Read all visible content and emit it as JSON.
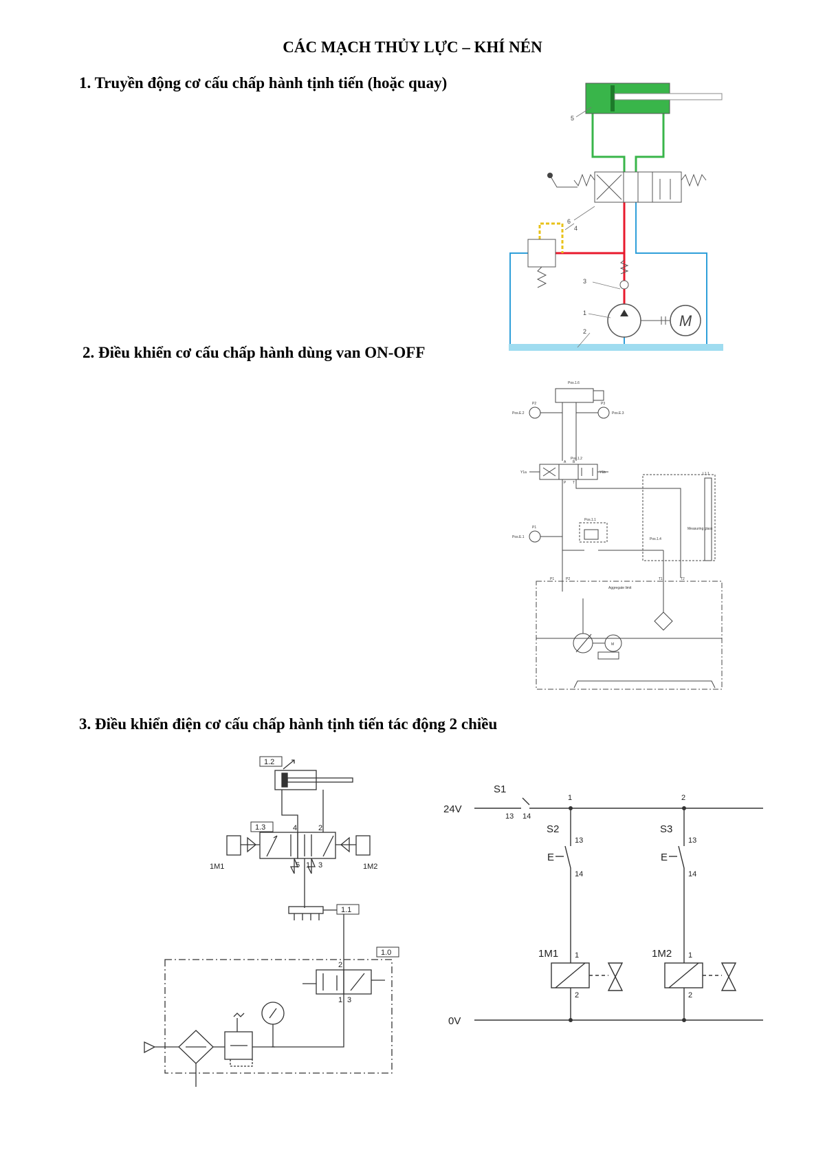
{
  "title": "CÁC MẠCH THỦY LỰC – KHÍ NÉN",
  "sections": [
    {
      "heading": "1. Truyền động cơ cấu chấp hành tịnh tiến (hoặc quay)"
    },
    {
      "heading": "2. Điều khiển cơ cấu chấp hành dùng van ON-OFF"
    },
    {
      "heading": "3. Điều khiển điện cơ cấu chấp hành tịnh tiến tác động 2 chiều"
    }
  ],
  "diagram1": {
    "callouts": [
      "5",
      "6",
      "4",
      "3",
      "1",
      "2"
    ],
    "motor_label": "M",
    "colors": {
      "actuator": "#39b54a",
      "pressure_line": "#e8192c",
      "return_line": "#2e9fd9",
      "pilot_line": "#e8c21a",
      "tank": "#9fdcf0"
    }
  },
  "diagram2": {
    "labels": {
      "cylinder": "Pos.1.6",
      "gauge_p2": "P2",
      "gauge_p3": "P3",
      "gauge_p2_pos": "Pos.E.2",
      "gauge_p3_pos": "Pos.E.3",
      "valve": "Pos.1.2",
      "sol_a": "Y1a",
      "sol_b": "Y1b",
      "gauge_p1": "P1",
      "gauge_p1_pos": "Pos.E.1",
      "relief": "Pos.1.1",
      "filter": "Pos.1.4",
      "level": "L1.1",
      "measuring": "Measuring glass",
      "ports": [
        "P1",
        "P2",
        "T1",
        "T2"
      ],
      "unit": "Aggregate limit",
      "motor": "M",
      "valve_ports": [
        "A",
        "B",
        "P",
        "T"
      ]
    }
  },
  "diagram3": {
    "pneumatic": {
      "tags": [
        "1.2",
        "1.3",
        "1.1",
        "1.0"
      ],
      "solenoids": [
        "1M1",
        "1M2"
      ],
      "ports_top": [
        "4",
        "2"
      ],
      "ports_bottom": [
        "5",
        "1",
        "3"
      ],
      "service_ports": [
        "2",
        "1",
        "3"
      ]
    },
    "electrical": {
      "supply_top": "24V",
      "supply_bottom": "0V",
      "switches": [
        {
          "name": "S1",
          "pins": [
            "13",
            "14"
          ]
        },
        {
          "name": "S2",
          "pins": [
            "13",
            "14"
          ]
        },
        {
          "name": "S3",
          "pins": [
            "13",
            "14"
          ]
        }
      ],
      "nodes": [
        "1",
        "2"
      ],
      "coils": [
        {
          "name": "1M1",
          "pins": [
            "1",
            "2"
          ]
        },
        {
          "name": "1M2",
          "pins": [
            "1",
            "2"
          ]
        }
      ],
      "switch_symbol": "E"
    }
  }
}
